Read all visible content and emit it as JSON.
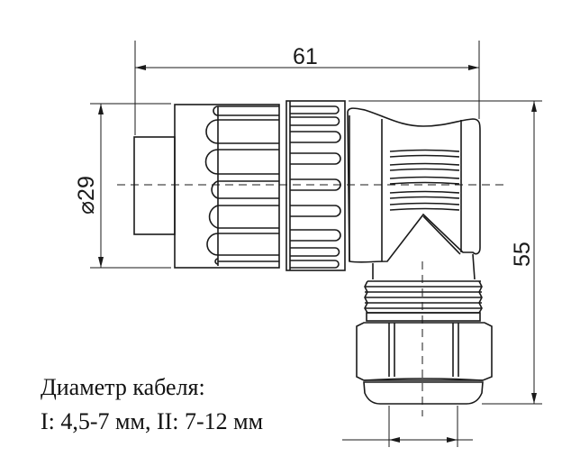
{
  "dimensions": {
    "length": "61",
    "diameter": "⌀29",
    "height": "55"
  },
  "caption": {
    "line1": "Диаметр кабеля:",
    "line2": "I: 4,5-7 мм, II: 7-12 мм"
  },
  "colors": {
    "stroke": "#1a1a1a",
    "background": "#ffffff"
  }
}
